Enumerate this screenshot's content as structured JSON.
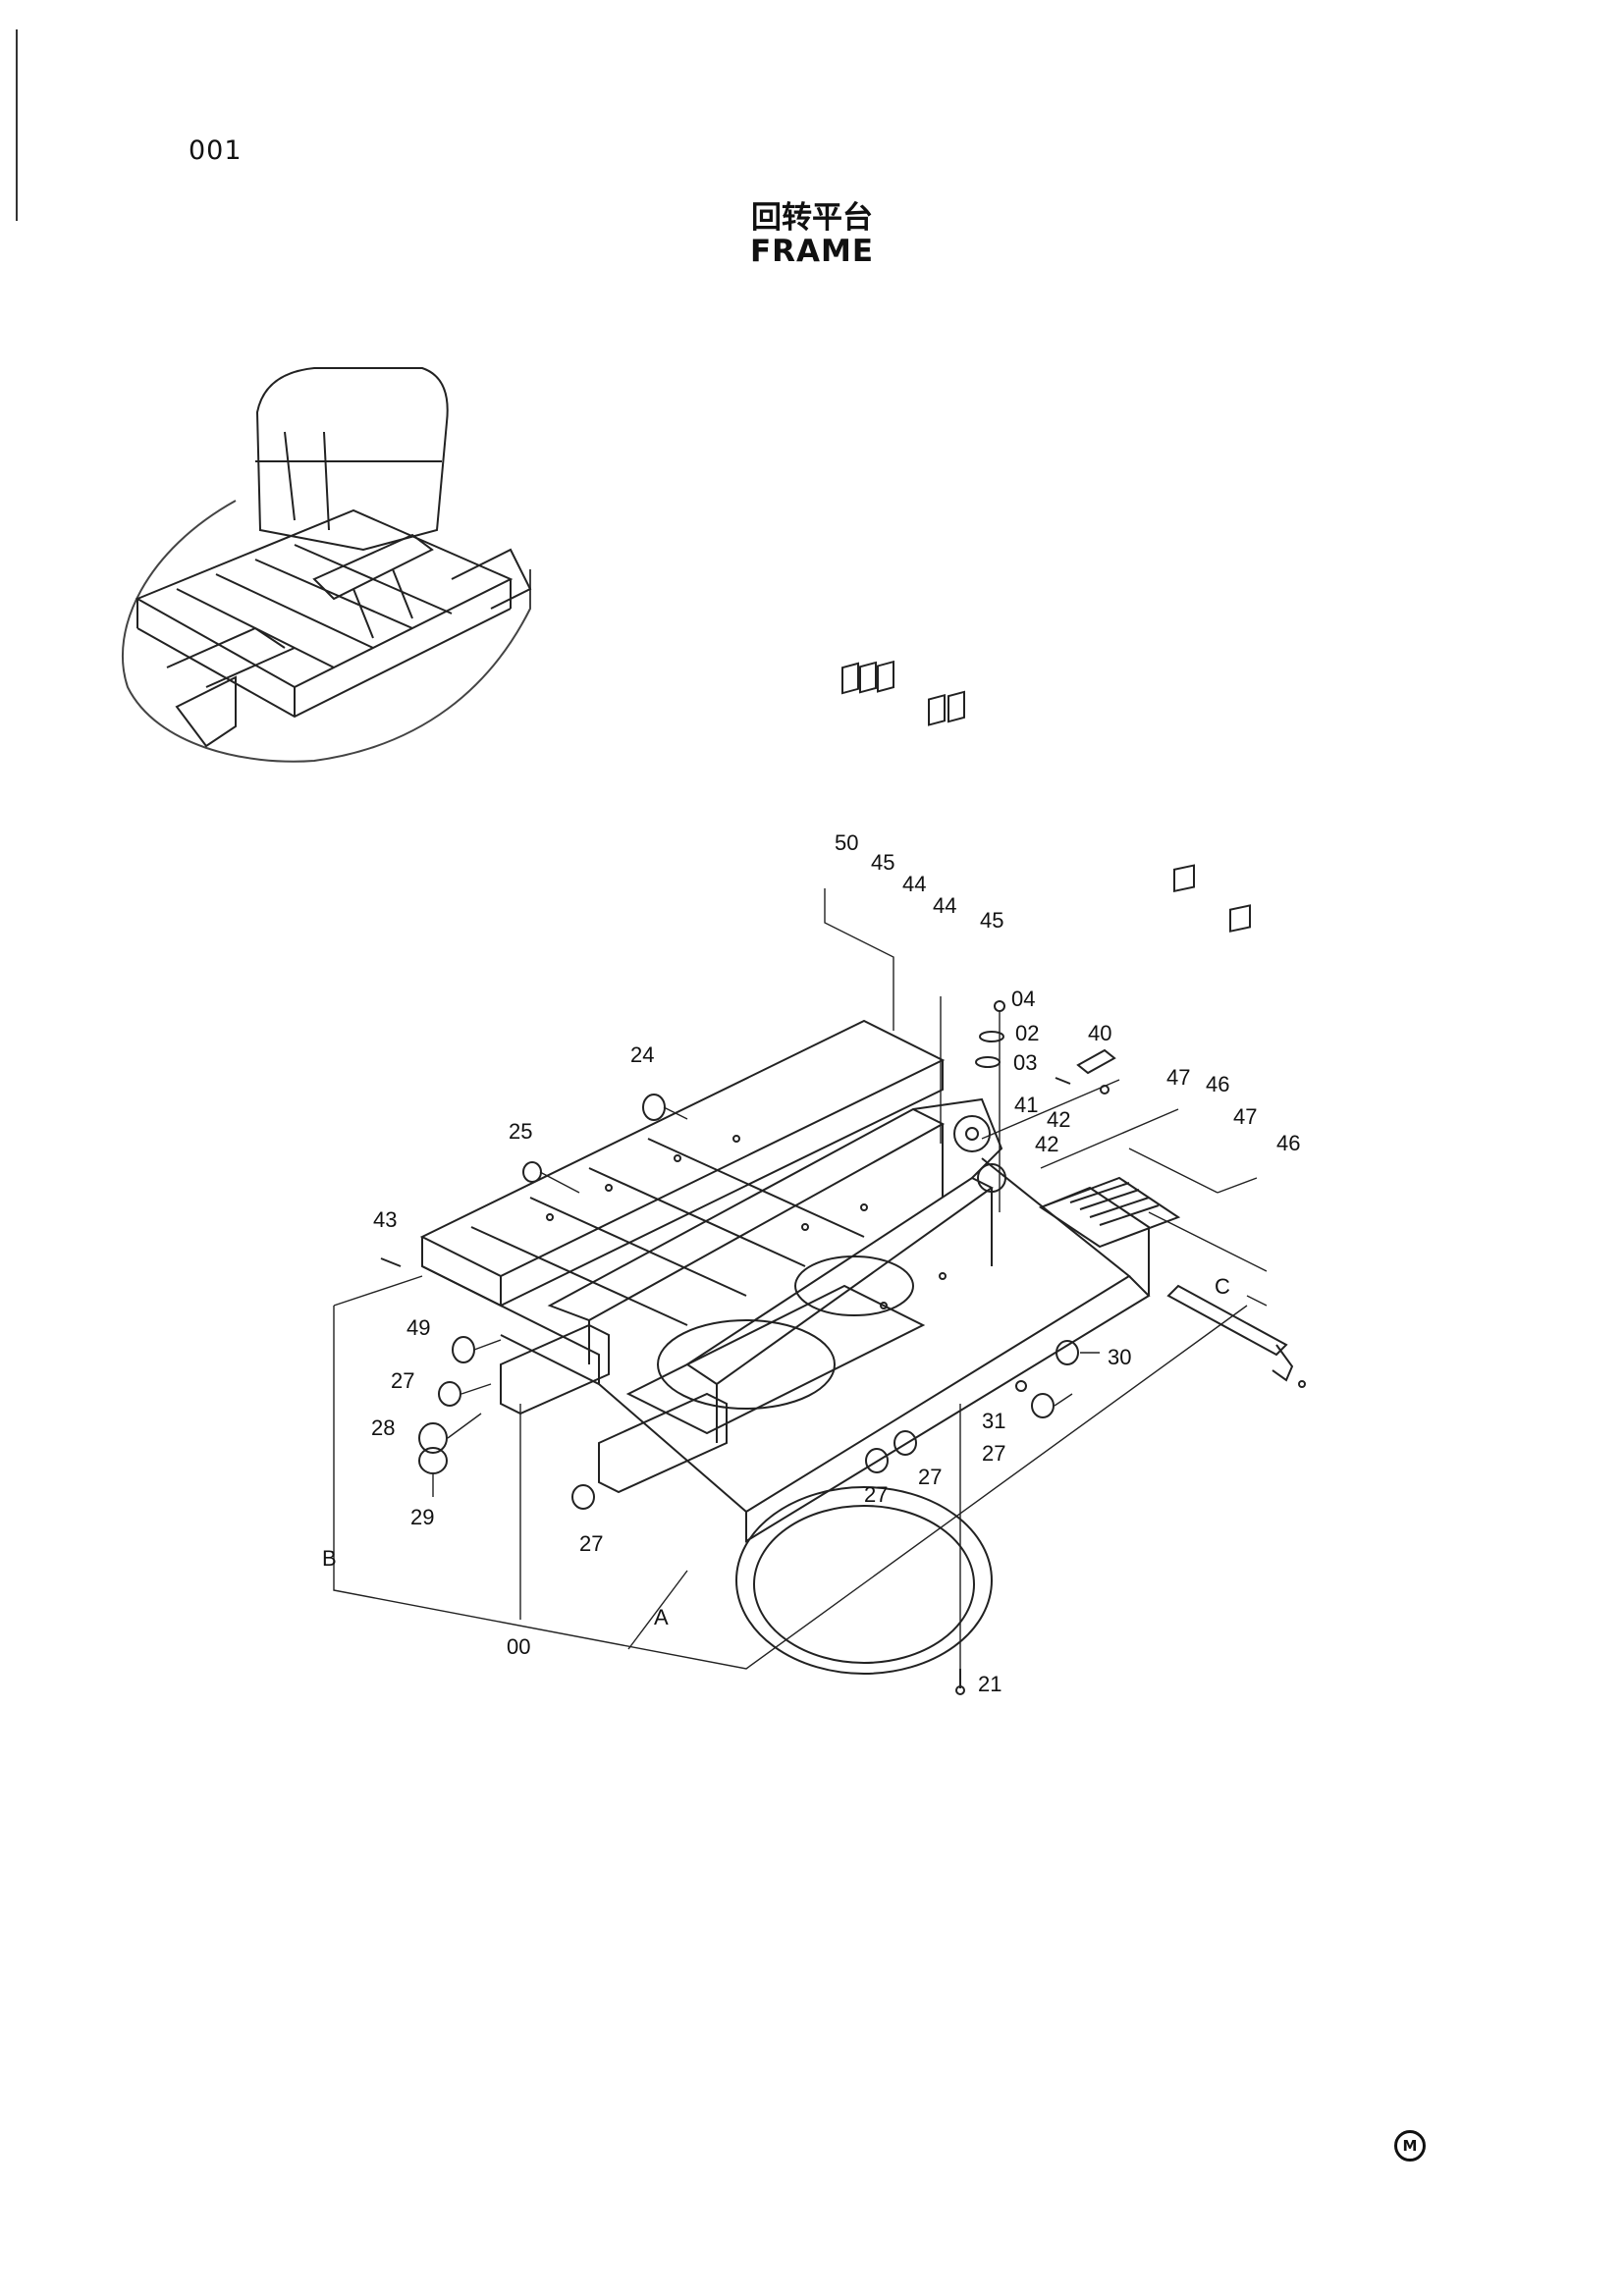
{
  "page": {
    "number": "001",
    "title_cn": "回转平台",
    "title_en": "FRAME",
    "corner_mark": "M"
  },
  "callouts": [
    {
      "id": "c50",
      "text": "50"
    },
    {
      "id": "c45a",
      "text": "45"
    },
    {
      "id": "c44a",
      "text": "44"
    },
    {
      "id": "c44b",
      "text": "44"
    },
    {
      "id": "c45b",
      "text": "45"
    },
    {
      "id": "c04",
      "text": "04"
    },
    {
      "id": "c02",
      "text": "02"
    },
    {
      "id": "c03",
      "text": "03"
    },
    {
      "id": "c40",
      "text": "40"
    },
    {
      "id": "c41",
      "text": "41"
    },
    {
      "id": "c42a",
      "text": "42"
    },
    {
      "id": "c42b",
      "text": "42"
    },
    {
      "id": "c47a",
      "text": "47"
    },
    {
      "id": "c46a",
      "text": "46"
    },
    {
      "id": "c47b",
      "text": "47"
    },
    {
      "id": "c46b",
      "text": "46"
    },
    {
      "id": "c24",
      "text": "24"
    },
    {
      "id": "c25",
      "text": "25"
    },
    {
      "id": "c43",
      "text": "43"
    },
    {
      "id": "c49",
      "text": "49"
    },
    {
      "id": "c27a",
      "text": "27"
    },
    {
      "id": "c28",
      "text": "28"
    },
    {
      "id": "c29",
      "text": "29"
    },
    {
      "id": "c27b",
      "text": "27"
    },
    {
      "id": "c00",
      "text": "00"
    },
    {
      "id": "cA",
      "text": "A"
    },
    {
      "id": "cB",
      "text": "B"
    },
    {
      "id": "cC",
      "text": "C"
    },
    {
      "id": "c27c",
      "text": "27"
    },
    {
      "id": "c27d",
      "text": "27"
    },
    {
      "id": "c30",
      "text": "30"
    },
    {
      "id": "c31",
      "text": "31"
    },
    {
      "id": "c27e",
      "text": "27"
    },
    {
      "id": "c21",
      "text": "21"
    }
  ]
}
